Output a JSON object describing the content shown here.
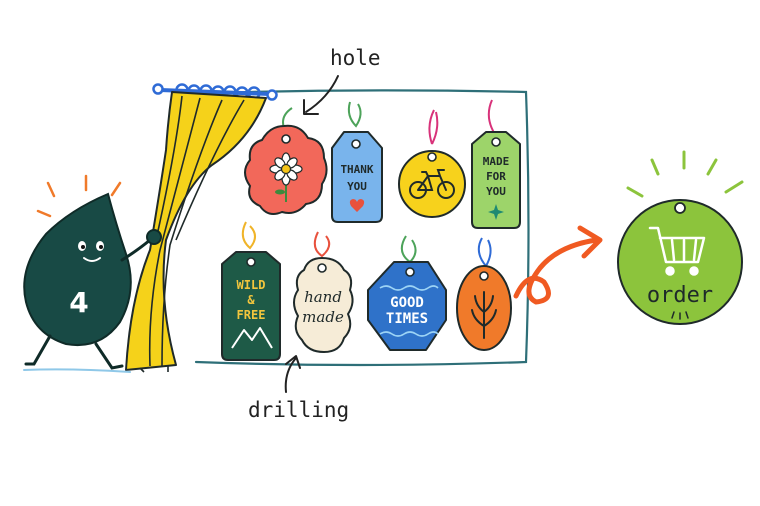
{
  "labels": {
    "hole": "hole",
    "drilling": "drilling"
  },
  "mascot": {
    "number": "4"
  },
  "tags": [
    {
      "id": "flower",
      "icon": "flower-icon",
      "color": "#f2685a"
    },
    {
      "id": "thank-you",
      "line1": "THANK",
      "line2": "YOU",
      "icon": "heart-icon",
      "color": "#79b4ec"
    },
    {
      "id": "bicycle",
      "icon": "bicycle-icon",
      "color": "#f7d21c"
    },
    {
      "id": "made-for-you",
      "line1": "MADE",
      "line2": "FOR",
      "line3": "YOU",
      "icon": "sparkle-icon",
      "color": "#9dd46a"
    },
    {
      "id": "wild-free",
      "line1": "WILD",
      "line2": "&",
      "line3": "FREE",
      "icon": "mountain-icon",
      "color": "#1e5a47"
    },
    {
      "id": "hand-made",
      "line1": "hand",
      "line2": "made",
      "color": "#f6ecd7"
    },
    {
      "id": "good-times",
      "line1": "GOOD",
      "line2": "TIMES",
      "color": "#2f72c9"
    },
    {
      "id": "leaf",
      "icon": "leaf-icon",
      "color": "#f07a2a"
    }
  ],
  "order_tag": {
    "label": "order",
    "icon": "cart-icon",
    "color": "#8cc43c"
  },
  "colors": {
    "curtain": "#f5d21a",
    "rod": "#2f6bd6",
    "frame": "#2e6f78",
    "arrow": "#f05a22",
    "mascot": "#184a45"
  }
}
